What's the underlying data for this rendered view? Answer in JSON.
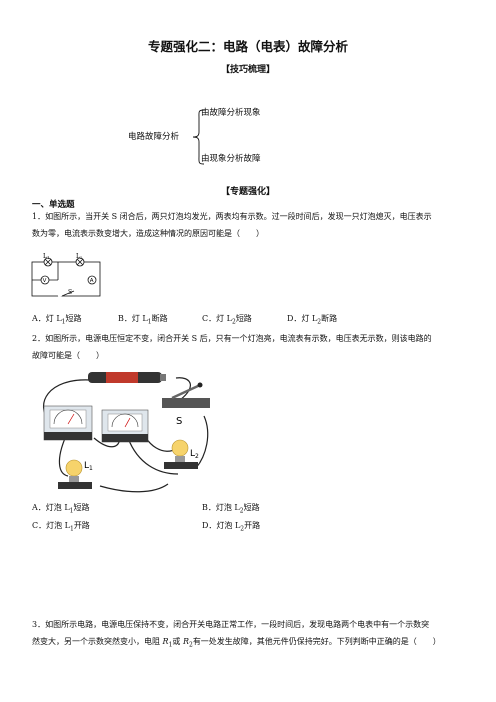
{
  "title": "专题强化二：电路（电表）故障分析",
  "skills_heading": "【技巧梳理】",
  "mindmap": {
    "root": "电路故障分析",
    "branch_top": "由故障分析现象",
    "branch_bottom": "由现象分析故障"
  },
  "practice_heading": "【专题强化】",
  "part_heading": "一、单选题",
  "q1": {
    "text_line1": "1．如图所示，当开关 S 闭合后，两只灯泡均发光，两表均有示数。过一段时间后，发现一只灯泡熄灭，电压表示",
    "text_line2": "数为零，电流表示数变增大，造成这种情况的原因可能是（　　）",
    "circuit_labels": {
      "l1": "L",
      "l1_sub": "1",
      "l2": "L",
      "l2_sub": "2",
      "voltmeter": "V",
      "ammeter": "A",
      "switch": "S"
    },
    "options": [
      {
        "letter": "A．",
        "pre": "灯 L",
        "sub": "1",
        "post": "短路"
      },
      {
        "letter": "B．",
        "pre": "灯 L",
        "sub": "1",
        "post": "断路"
      },
      {
        "letter": "C．",
        "pre": "灯 L",
        "sub": "2",
        "post": "短路"
      },
      {
        "letter": "D．",
        "pre": "灯 L",
        "sub": "2",
        "post": "断路"
      }
    ]
  },
  "q2": {
    "text_line1": "2．如图所示，电源电压恒定不变，闭合开关 S 后，只有一个灯泡亮，电流表有示数，电压表无示数，则该电路的",
    "text_line2": "故障可能是（　　）",
    "figure_labels": {
      "switch": "S",
      "lamp1": "L",
      "lamp1_sub": "1",
      "lamp2": "L",
      "lamp2_sub": "2"
    },
    "options": [
      {
        "letter": "A．",
        "pre": "灯泡 L",
        "sub": "1",
        "post": "短路"
      },
      {
        "letter": "B．",
        "pre": "灯泡 L",
        "sub": "2",
        "post": "短路"
      },
      {
        "letter": "C．",
        "pre": "灯泡 L",
        "sub": "1",
        "post": "开路"
      },
      {
        "letter": "D．",
        "pre": "灯泡 L",
        "sub": "2",
        "post": "开路"
      }
    ]
  },
  "q3": {
    "text_line1": "3．如图所示电路，电源电压保持不变，闭合开关电路正常工作，一段时间后，发现电路两个电表中有一个示数突",
    "text_line2_a": "然变大，另一个示数突然变小，电阻 ",
    "r1": "R",
    "r1_sub": "1",
    "mid": "或 ",
    "r2": "R",
    "r2_sub": "2",
    "text_line2_b": "有一处发生故障，其他元件仍保持完好。下列判断中正确的是（　　）"
  }
}
